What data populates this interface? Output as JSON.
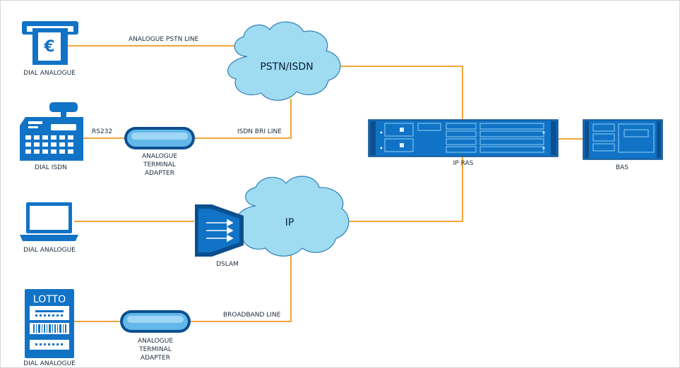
{
  "links": {
    "analogue_pstn": "ANALOGUE PSTN LINE",
    "rs232": "RS232",
    "isdn_bri": "ISDN BRI LINE",
    "broadband": "BROADBAND LINE"
  },
  "clouds": {
    "pstn": "PSTN/ISDN",
    "ip": "IP"
  },
  "devices": {
    "atm": {
      "label": "DIAL ANALOGUE",
      "symbol": "€"
    },
    "pos": {
      "label": "DIAL ISDN"
    },
    "ata1": {
      "label": [
        "ANALOGUE",
        "TERMINAL",
        "ADAPTER"
      ]
    },
    "laptop": {
      "label": "DIAL ANALOGUE"
    },
    "dslam": {
      "label": "DSLAM"
    },
    "lotto": {
      "label": "DIAL ANALOGUE",
      "title": "LOTTO"
    },
    "ata2": {
      "label": [
        "ANALOGUE",
        "TERMINAL",
        "ADAPTER"
      ]
    },
    "ipras": {
      "label": "IP RAS"
    },
    "bas": {
      "label": "BAS"
    }
  },
  "colors": {
    "line": "#f2a43a",
    "device": "#1173c6",
    "cloud_fill": "#9fdcf2"
  }
}
